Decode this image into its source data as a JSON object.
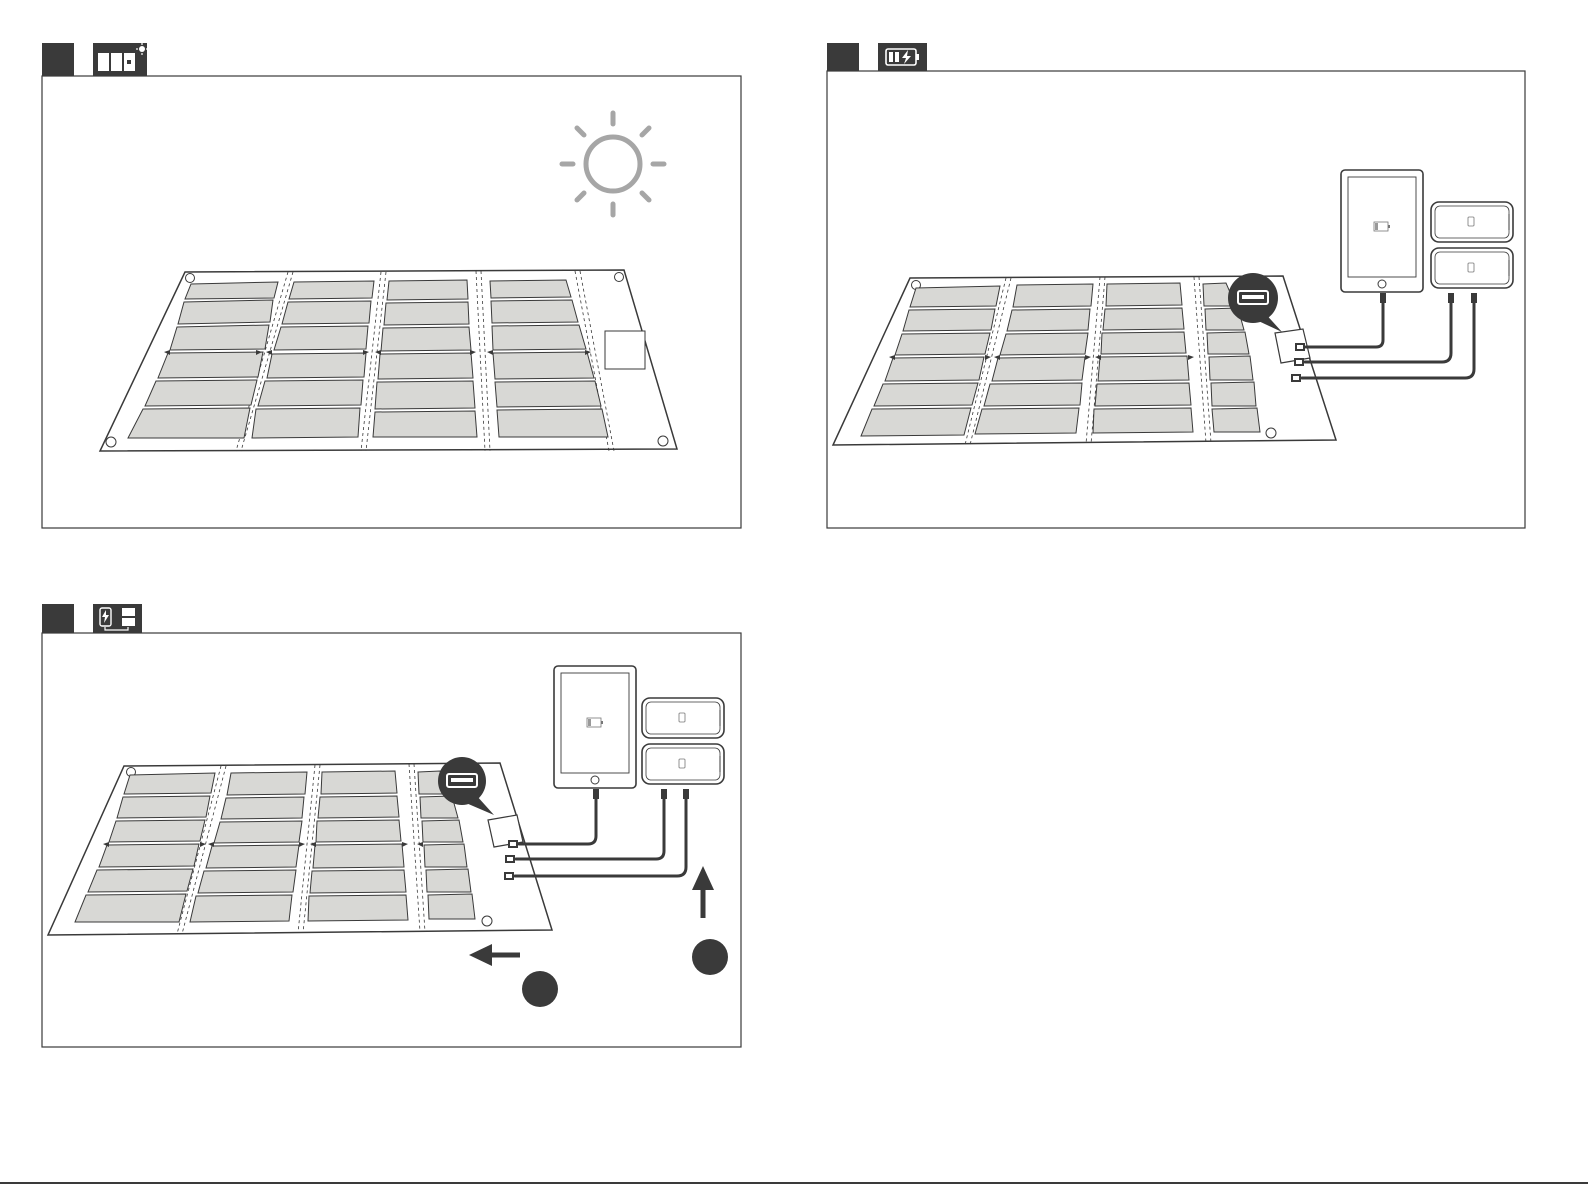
{
  "panels": [
    {
      "id": "panel-1",
      "icon": "solar-sun-icon",
      "content": "solar-panel-under-sun"
    },
    {
      "id": "panel-2",
      "icon": "battery-charging-icon",
      "content": "panel-charging-devices"
    },
    {
      "id": "panel-3",
      "icon": "phone-to-panel-icon",
      "content": "panel-disconnect-steps"
    }
  ],
  "colors": {
    "line": "#3a3a3a",
    "cell_fill": "#d8d8d5",
    "sun": "#a6a6a6",
    "header_dark": "#3a3a3a",
    "cable": "#3a3a3a"
  }
}
